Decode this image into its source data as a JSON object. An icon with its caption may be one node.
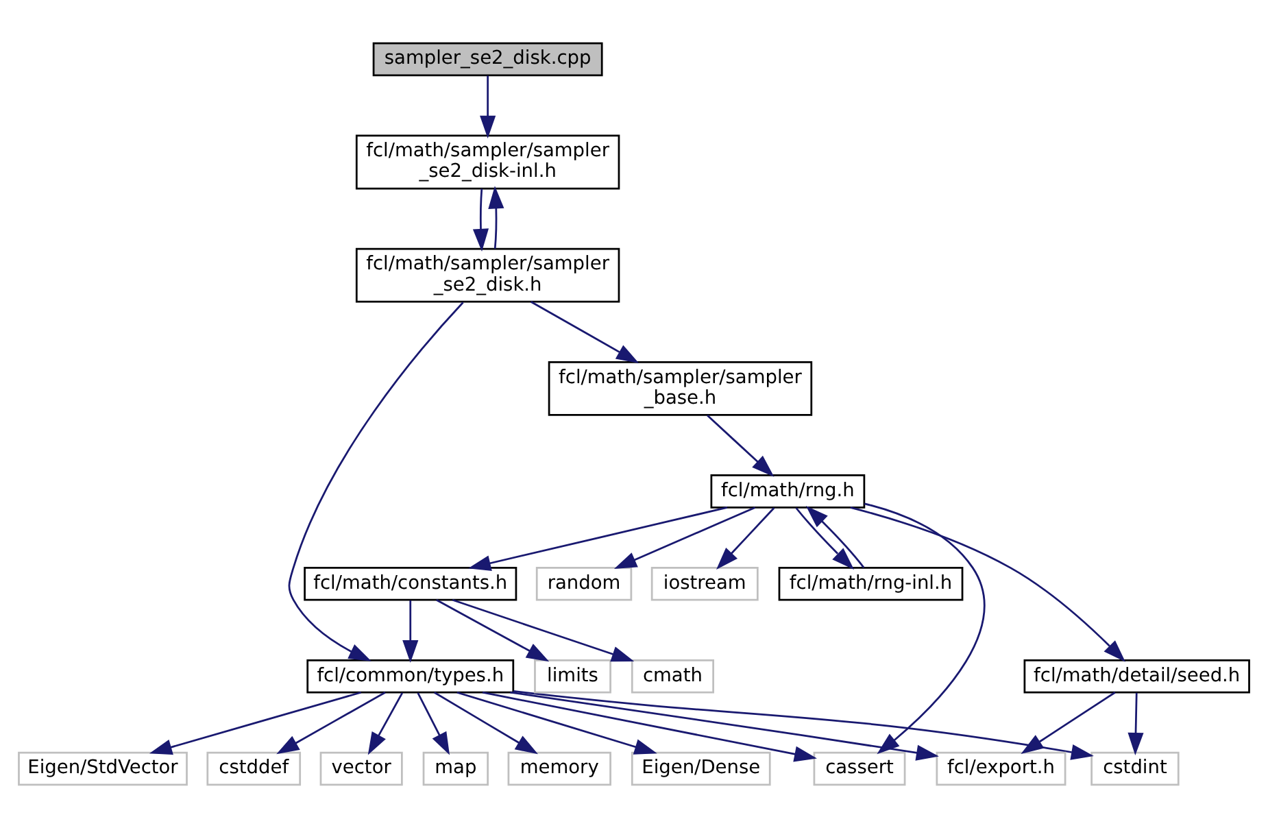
{
  "diagram": {
    "nodes": [
      {
        "text": [
          "sampler_se2_disk.cpp"
        ]
      },
      {
        "text": [
          "fcl/math/sampler/sampler _se2_disk-inl.h"
        ]
      },
      {
        "text": [
          "fcl/math/sampler/sampler _se2_disk.h"
        ]
      },
      {
        "text": [
          "fcl/math/sampler/sampler _base.h"
        ]
      },
      {
        "text": [
          "fcl/math/rng.h"
        ]
      },
      {
        "text": [
          "fcl/common/types.h"
        ]
      },
      {
        "text": [
          "fcl/math/constants.h"
        ]
      },
      {
        "text": [
          "random"
        ]
      },
      {
        "text": [
          "iostream"
        ]
      },
      {
        "text": [
          "fcl/math/rng-inl.h"
        ]
      },
      {
        "text": [
          "fcl/math/detail/seed.h"
        ]
      },
      {
        "text": [
          "limits"
        ]
      },
      {
        "text": [
          "cmath"
        ]
      },
      {
        "text": [
          "cassert"
        ]
      },
      {
        "text": [
          "cstddef"
        ]
      },
      {
        "text": [
          "vector"
        ]
      },
      {
        "text": [
          "map"
        ]
      },
      {
        "text": [
          "memory"
        ]
      },
      {
        "text": [
          "Eigen/Dense"
        ]
      },
      {
        "text": [
          "Eigen/StdVector"
        ]
      },
      {
        "text": [
          "cstdint"
        ]
      },
      {
        "text": [
          "fcl/export.h"
        ]
      }
    ],
    "edges": [
      {
        "from": 0,
        "to": 1,
        "arrow": "to"
      },
      {
        "from": 1,
        "to": 2,
        "arrow": "to"
      },
      {
        "from": 2,
        "to": 1,
        "arrow": "to"
      },
      {
        "from": 2,
        "to": 5,
        "arrow": "to"
      },
      {
        "from": 2,
        "to": 3,
        "arrow": "to"
      },
      {
        "from": 3,
        "to": 4,
        "arrow": "to"
      },
      {
        "from": 4,
        "to": 13,
        "arrow": "to"
      },
      {
        "from": 4,
        "to": 6,
        "arrow": "to"
      },
      {
        "from": 4,
        "to": 7,
        "arrow": "to"
      },
      {
        "from": 4,
        "to": 8,
        "arrow": "to"
      },
      {
        "from": 4,
        "to": 10,
        "arrow": "to"
      },
      {
        "from": 4,
        "to": 9,
        "arrow": "to"
      },
      {
        "from": 9,
        "to": 4,
        "arrow": "to"
      },
      {
        "from": 6,
        "to": 5,
        "arrow": "to"
      },
      {
        "from": 6,
        "to": 11,
        "arrow": "to"
      },
      {
        "from": 6,
        "to": 12,
        "arrow": "to"
      },
      {
        "from": 5,
        "to": 13,
        "arrow": "to"
      },
      {
        "from": 5,
        "to": 14,
        "arrow": "to"
      },
      {
        "from": 5,
        "to": 15,
        "arrow": "to"
      },
      {
        "from": 5,
        "to": 16,
        "arrow": "to"
      },
      {
        "from": 5,
        "to": 17,
        "arrow": "to"
      },
      {
        "from": 5,
        "to": 18,
        "arrow": "to"
      },
      {
        "from": 5,
        "to": 19,
        "arrow": "to"
      },
      {
        "from": 5,
        "to": 20,
        "arrow": "to"
      },
      {
        "from": 5,
        "to": 21,
        "arrow": "to"
      },
      {
        "from": 10,
        "to": 20,
        "arrow": "to"
      },
      {
        "from": 10,
        "to": 21,
        "arrow": "to"
      }
    ]
  }
}
